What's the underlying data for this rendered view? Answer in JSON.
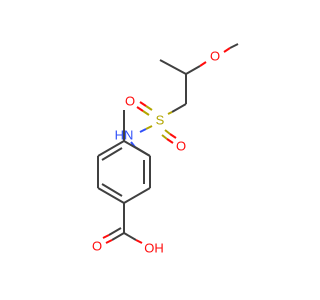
{
  "molecule": {
    "atoms": {
      "methoxy_o": {
        "label": "O",
        "color": "#ff0d0d"
      },
      "sulfur": {
        "label": "S",
        "color": "#b2a600"
      },
      "sulfonyl_o_left": {
        "label": "O",
        "color": "#ff0d0d"
      },
      "sulfonyl_o_right": {
        "label": "O",
        "color": "#ff0d0d"
      },
      "amide_nh": {
        "label": "HN",
        "color": "#3050f8"
      },
      "carboxyl_o": {
        "label": "O",
        "color": "#ff0d0d"
      },
      "carboxyl_oh": {
        "label": "OH",
        "color": "#ff0d0d"
      }
    },
    "bond_color": "#404040"
  }
}
